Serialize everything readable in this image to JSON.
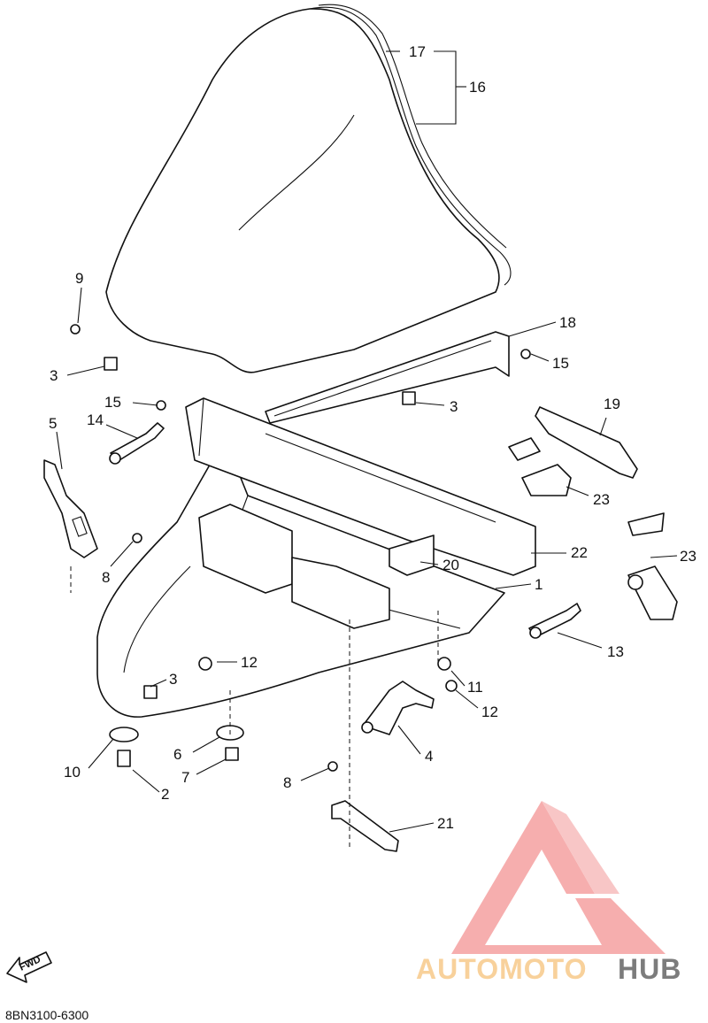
{
  "diagram": {
    "callouts": [
      {
        "id": "c17",
        "text": "17"
      },
      {
        "id": "c16",
        "text": "16"
      },
      {
        "id": "c9",
        "text": "9"
      },
      {
        "id": "c3a",
        "text": "3"
      },
      {
        "id": "c18",
        "text": "18"
      },
      {
        "id": "c15a",
        "text": "15"
      },
      {
        "id": "c15b",
        "text": "15"
      },
      {
        "id": "c14",
        "text": "14"
      },
      {
        "id": "c5",
        "text": "5"
      },
      {
        "id": "c3b",
        "text": "3"
      },
      {
        "id": "c19",
        "text": "19"
      },
      {
        "id": "c23a",
        "text": "23"
      },
      {
        "id": "c23b",
        "text": "23"
      },
      {
        "id": "c22",
        "text": "22"
      },
      {
        "id": "c20",
        "text": "20"
      },
      {
        "id": "c8a",
        "text": "8"
      },
      {
        "id": "c1",
        "text": "1"
      },
      {
        "id": "c13",
        "text": "13"
      },
      {
        "id": "c12a",
        "text": "12"
      },
      {
        "id": "c3c",
        "text": "3"
      },
      {
        "id": "c11",
        "text": "11"
      },
      {
        "id": "c12b",
        "text": "12"
      },
      {
        "id": "c10",
        "text": "10"
      },
      {
        "id": "c6",
        "text": "6"
      },
      {
        "id": "c4",
        "text": "4"
      },
      {
        "id": "c7",
        "text": "7"
      },
      {
        "id": "c2",
        "text": "2"
      },
      {
        "id": "c8b",
        "text": "8"
      },
      {
        "id": "c21",
        "text": "21"
      }
    ],
    "fwd_label": "FWD",
    "catalog_code": "8BN3100-6300"
  },
  "watermark": {
    "text_part1": "AUTOMOTO",
    "text_part2": "HUB",
    "color_primary": "#f5a0a0",
    "color_secondary": "#f7c98a",
    "color_dark": "#666666"
  }
}
